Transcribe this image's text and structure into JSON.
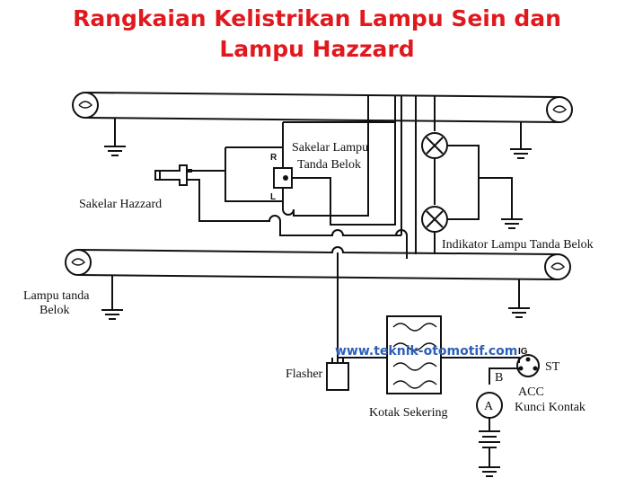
{
  "title": {
    "line1": "Rangkaian Kelistrikan Lampu Sein dan",
    "line2": "Lampu Hazzard"
  },
  "labels": {
    "turn_switch_line1": "Sakelar Lampu",
    "turn_switch_line2": "Tanda Belok",
    "switch_r": "R",
    "switch_l": "L",
    "hazard_switch": "Sakelar Hazzard",
    "indicator": "Indikator Lampu Tanda Belok",
    "turn_lamp_line1": "Lampu tanda",
    "turn_lamp_line2": "Belok",
    "flasher": "Flasher",
    "fuse_box": "Kotak Sekering",
    "ignition_ig": "IG",
    "ignition_st": "ST",
    "ignition_b": "B",
    "ignition_acc": "ACC",
    "ignition_name": "Kunci Kontak",
    "battery_symbol": "A"
  },
  "watermark": "www.teknik-otomotif.com",
  "colors": {
    "title": "#e0191f",
    "watermark": "#2f5fb8",
    "line": "#111111"
  }
}
